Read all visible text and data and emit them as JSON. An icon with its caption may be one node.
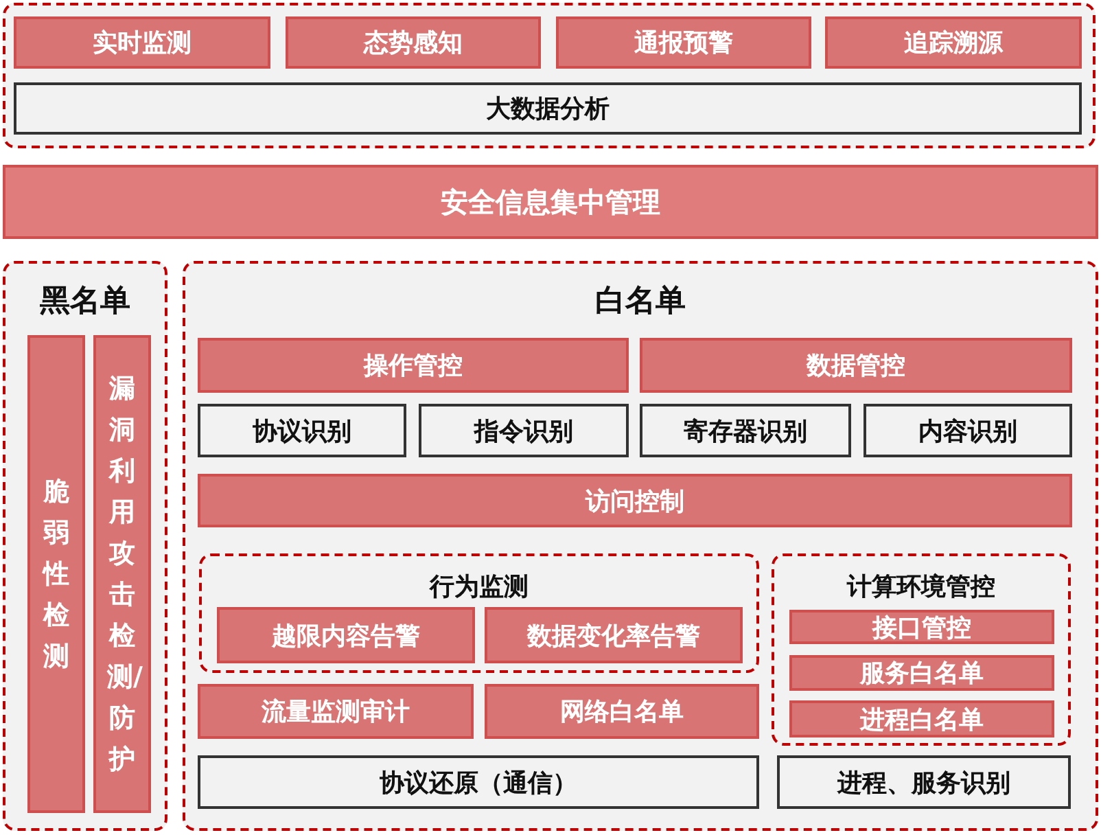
{
  "diagram": {
    "nodes": [
      {
        "text": [],
        "shape": "box"
      },
      {
        "text": [
          "实时监测"
        ],
        "in": 0
      },
      {
        "text": [
          "态势感知"
        ],
        "in": 0
      },
      {
        "text": [
          "通报预警"
        ],
        "in": 0
      },
      {
        "text": [
          "追踪溯源"
        ],
        "in": 0
      },
      {
        "text": [
          "大数据分析"
        ],
        "in": 0
      },
      {
        "text": [
          "安全信息集中管理"
        ]
      },
      {
        "text": [
          "黑名单"
        ]
      },
      {
        "text": [
          "脆弱性检测"
        ],
        "in": 7
      },
      {
        "text": [
          "漏洞利用攻击检测/防护"
        ],
        "in": 7
      },
      {
        "text": [
          "白名单"
        ]
      },
      {
        "text": [
          "操作管控"
        ],
        "in": 10
      },
      {
        "text": [
          "数据管控"
        ],
        "in": 10
      },
      {
        "text": [
          "协议识别"
        ],
        "in": 10
      },
      {
        "text": [
          "指令识别"
        ],
        "in": 10
      },
      {
        "text": [
          "寄存器识别"
        ],
        "in": 10
      },
      {
        "text": [
          "内容识别"
        ],
        "in": 10
      },
      {
        "text": [
          "访问控制"
        ],
        "in": 10
      },
      {
        "text": [
          "行为监测"
        ],
        "in": 10
      },
      {
        "text": [
          "越限内容告警"
        ],
        "in": 18
      },
      {
        "text": [
          "数据变化率告警"
        ],
        "in": 18
      },
      {
        "text": [
          "计算环境管控"
        ],
        "in": 10
      },
      {
        "text": [
          "接口管控"
        ],
        "in": 21
      },
      {
        "text": [
          "服务白名单"
        ],
        "in": 21
      },
      {
        "text": [
          "进程白名单"
        ],
        "in": 21
      },
      {
        "text": [
          "流量监测审计"
        ],
        "in": 10
      },
      {
        "text": [
          "网络白名单"
        ],
        "in": 10
      },
      {
        "text": [
          "协议还原（通信）"
        ],
        "in": 10
      },
      {
        "text": [
          "进程、服务识别"
        ],
        "in": 10
      }
    ]
  }
}
